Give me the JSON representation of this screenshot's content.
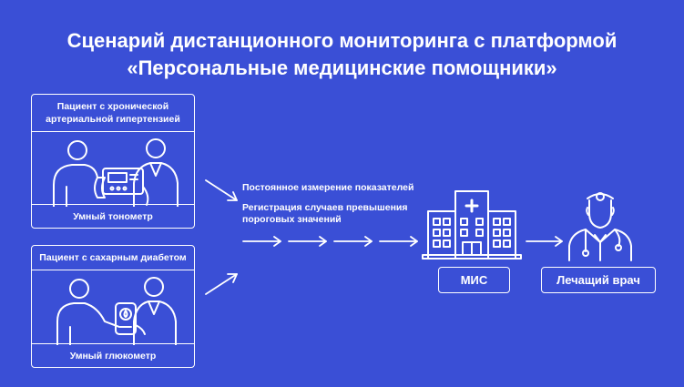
{
  "title": {
    "line1": "Сценарий дистанционного мониторинга с платформой",
    "line2": "«Персональные медицинские помощники»"
  },
  "card_hypertension": {
    "header_line1": "Пациент с хронической",
    "header_line2": "артериальной гипертензией",
    "footer": "Умный тонометр",
    "icon": "patient-with-tonometer-icon"
  },
  "card_diabetes": {
    "header": "Пациент с сахарным диабетом",
    "footer": "Умный глюкометр",
    "icon": "patient-with-glucometer-icon"
  },
  "notes": {
    "measure": "Постоянное измерение показателей",
    "register_line1": "Регистрация случаев превышения",
    "register_line2": "пороговых значений"
  },
  "mis": {
    "label": "МИС",
    "icon": "hospital-icon"
  },
  "doctor": {
    "label": "Лечащий врач",
    "icon": "doctor-icon"
  },
  "colors": {
    "background": "#3a4fd6",
    "foreground": "#ffffff"
  }
}
